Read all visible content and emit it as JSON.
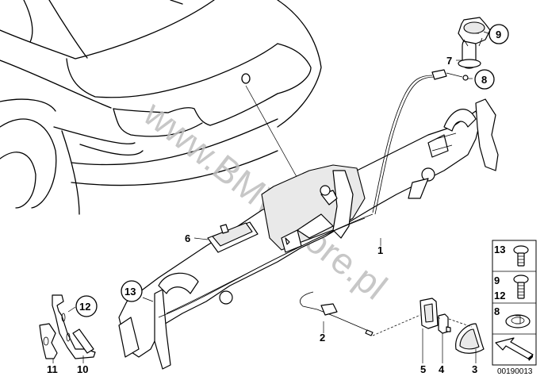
{
  "diagram": {
    "watermark": "www.BMWstore.pl",
    "code": "00190013",
    "callouts": [
      {
        "id": "1",
        "label": "1",
        "circled": false
      },
      {
        "id": "2",
        "label": "2",
        "circled": false
      },
      {
        "id": "3",
        "label": "3",
        "circled": false
      },
      {
        "id": "4",
        "label": "4",
        "circled": false
      },
      {
        "id": "5",
        "label": "5",
        "circled": false
      },
      {
        "id": "6",
        "label": "6",
        "circled": false
      },
      {
        "id": "7",
        "label": "7",
        "circled": false
      },
      {
        "id": "8",
        "label": "8",
        "circled": true
      },
      {
        "id": "9",
        "label": "9",
        "circled": true
      },
      {
        "id": "10",
        "label": "10",
        "circled": false
      },
      {
        "id": "11",
        "label": "11",
        "circled": false
      },
      {
        "id": "12",
        "label": "12",
        "circled": true
      },
      {
        "id": "13",
        "label": "13",
        "circled": true
      }
    ],
    "legend": {
      "rows": [
        {
          "labels": [
            "13"
          ],
          "item": "screw-flanged-short"
        },
        {
          "labels": [
            "9",
            "12"
          ],
          "item": "screw-flanged-long"
        },
        {
          "labels": [
            "8"
          ],
          "item": "clip-nut"
        },
        {
          "labels": [],
          "item": "direction-arrow"
        }
      ]
    }
  }
}
